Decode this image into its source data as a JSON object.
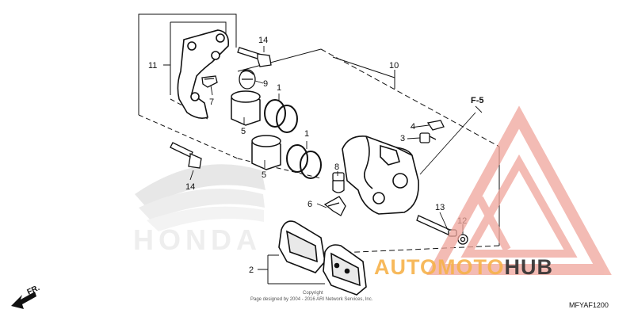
{
  "diagram": {
    "callouts": {
      "c1a": "1",
      "c1b": "1",
      "c2": "2",
      "c3": "3",
      "c4": "4",
      "c5a": "5",
      "c5b": "5",
      "c6": "6",
      "c7": "7",
      "c8": "8",
      "c9": "9",
      "c10": "10",
      "c11": "11",
      "c12": "12",
      "c13": "13",
      "c14a": "14",
      "c14b": "14"
    },
    "direction_ref": "F-5",
    "front_marker": "FR.",
    "diagram_code": "MFYAF1200",
    "copyright": "Copyright",
    "copyright_line": "Page designed by 2004 - 2016 ARI Network Services, Inc."
  },
  "watermark": {
    "brand_part1": "AUTOMOTO",
    "brand_part2": "HUB",
    "background_logo": "HONDA",
    "color_primary": "#f0a59b",
    "color_text": "#f7b24a",
    "color_dark": "#2f2f2f"
  }
}
